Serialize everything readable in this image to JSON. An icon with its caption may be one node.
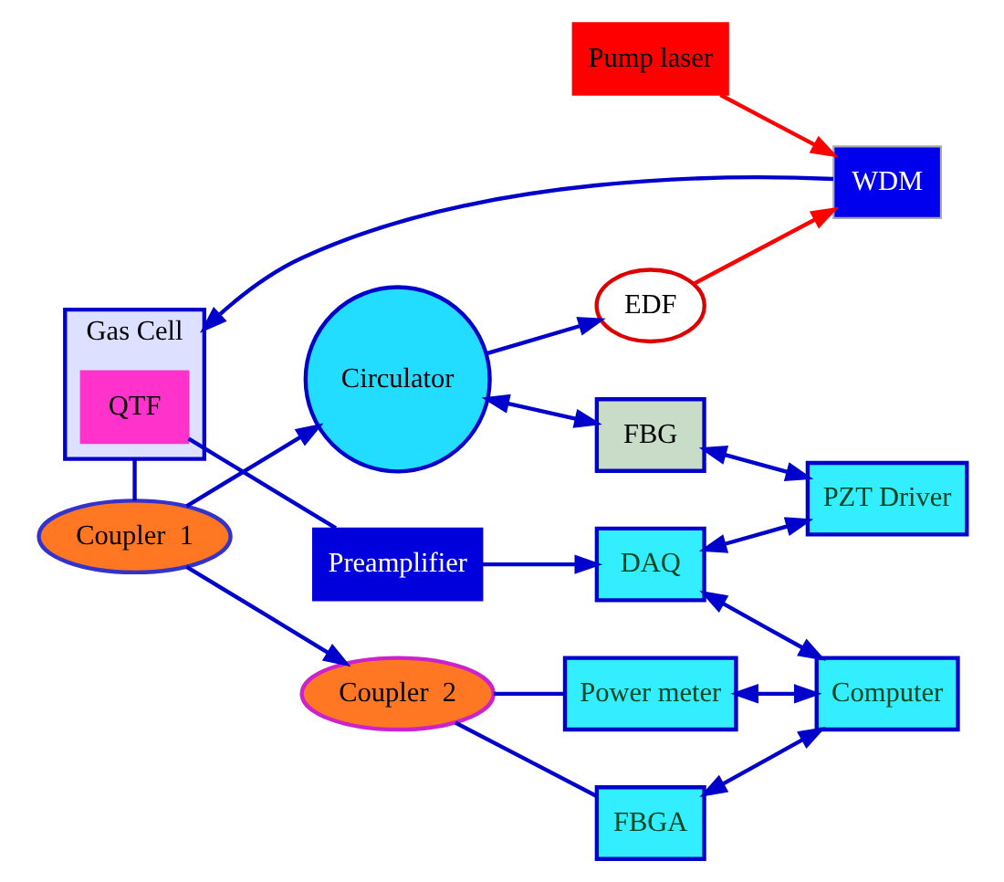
{
  "diagram": {
    "nodes": [
      {
        "text": [
          "Pump laser"
        ]
      },
      {
        "text": [
          "WDM"
        ]
      },
      {
        "text": [
          "EDF"
        ]
      },
      {
        "text": [
          "Gas Cell"
        ]
      },
      {
        "text": [
          "QTF"
        ],
        "in": 3
      },
      {
        "text": [
          "Coupler  1"
        ]
      },
      {
        "text": [
          "Circulator"
        ]
      },
      {
        "text": [
          "Coupler  2"
        ]
      },
      {
        "text": [
          "FBG"
        ]
      },
      {
        "text": [
          "Preamplifier"
        ]
      },
      {
        "text": [
          "FBGA"
        ]
      },
      {
        "text": [
          "Power meter"
        ]
      },
      {
        "text": [
          "DAQ"
        ]
      },
      {
        "text": [
          "Computer"
        ]
      },
      {
        "text": [
          "PZT Driver"
        ]
      }
    ],
    "edges": [
      {
        "from": 0,
        "to": 1,
        "arrow": "to",
        "color": "#ff0000"
      },
      {
        "from": 2,
        "to": 1,
        "arrow": "to",
        "color": "#ff0000"
      },
      {
        "from": 6,
        "to": 2,
        "arrow": "to"
      },
      {
        "from": 1,
        "to": 3,
        "arrow": "to"
      },
      {
        "from": 3,
        "to": 5,
        "arrow": "none"
      },
      {
        "from": 5,
        "to": 6,
        "arrow": "to"
      },
      {
        "from": 5,
        "to": 7,
        "arrow": "to"
      },
      {
        "from": 6,
        "to": 8,
        "arrow": "both"
      },
      {
        "from": 4,
        "to": 9,
        "arrow": "none"
      },
      {
        "from": 9,
        "to": 12,
        "arrow": "to"
      },
      {
        "from": 7,
        "to": 10,
        "arrow": "none"
      },
      {
        "from": 7,
        "to": 11,
        "arrow": "none"
      },
      {
        "from": 10,
        "to": 13,
        "arrow": "both"
      },
      {
        "from": 11,
        "to": 13,
        "arrow": "both"
      },
      {
        "from": 12,
        "to": 13,
        "arrow": "both"
      },
      {
        "from": 12,
        "to": 14,
        "arrow": "both"
      },
      {
        "from": 8,
        "to": 14,
        "arrow": "both"
      }
    ]
  }
}
